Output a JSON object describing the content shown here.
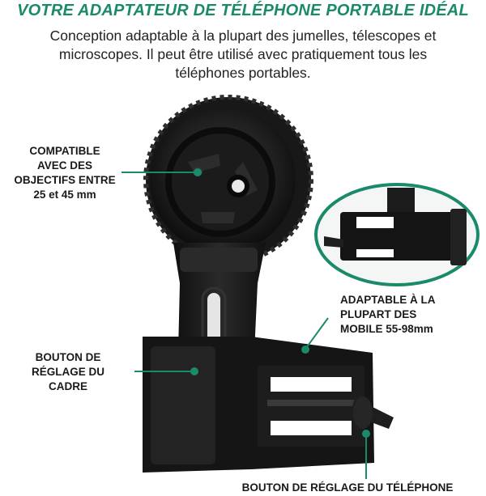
{
  "theme": {
    "accent": "#1b8a6b",
    "text": "#1a1a1a",
    "device": "#141414"
  },
  "header": {
    "headline": "VOTRE ADAPTATEUR DE TÉLÉPHONE PORTABLE IDÉAL",
    "desc_lines": [
      "Conception adaptable à la plupart des jumelles, télescopes et",
      "microscopes. Il peut être utilisé avec pratiquement tous les",
      "téléphones portables."
    ]
  },
  "callouts": {
    "compat": [
      "COMPATIBLE",
      "AVEC DES",
      "OBJECTIFS ENTRE",
      "25 et 45 mm"
    ],
    "adapt": [
      "ADAPTABLE À LA",
      "PLUPART DES",
      "MOBILE 55-98mm"
    ],
    "frame_knob": [
      "BOUTON DE",
      "RÉGLAGE DU",
      "CADRE"
    ],
    "phone_knob": [
      "BOUTON DE RÉGLAGE DU TÉLÉPHONE"
    ]
  }
}
